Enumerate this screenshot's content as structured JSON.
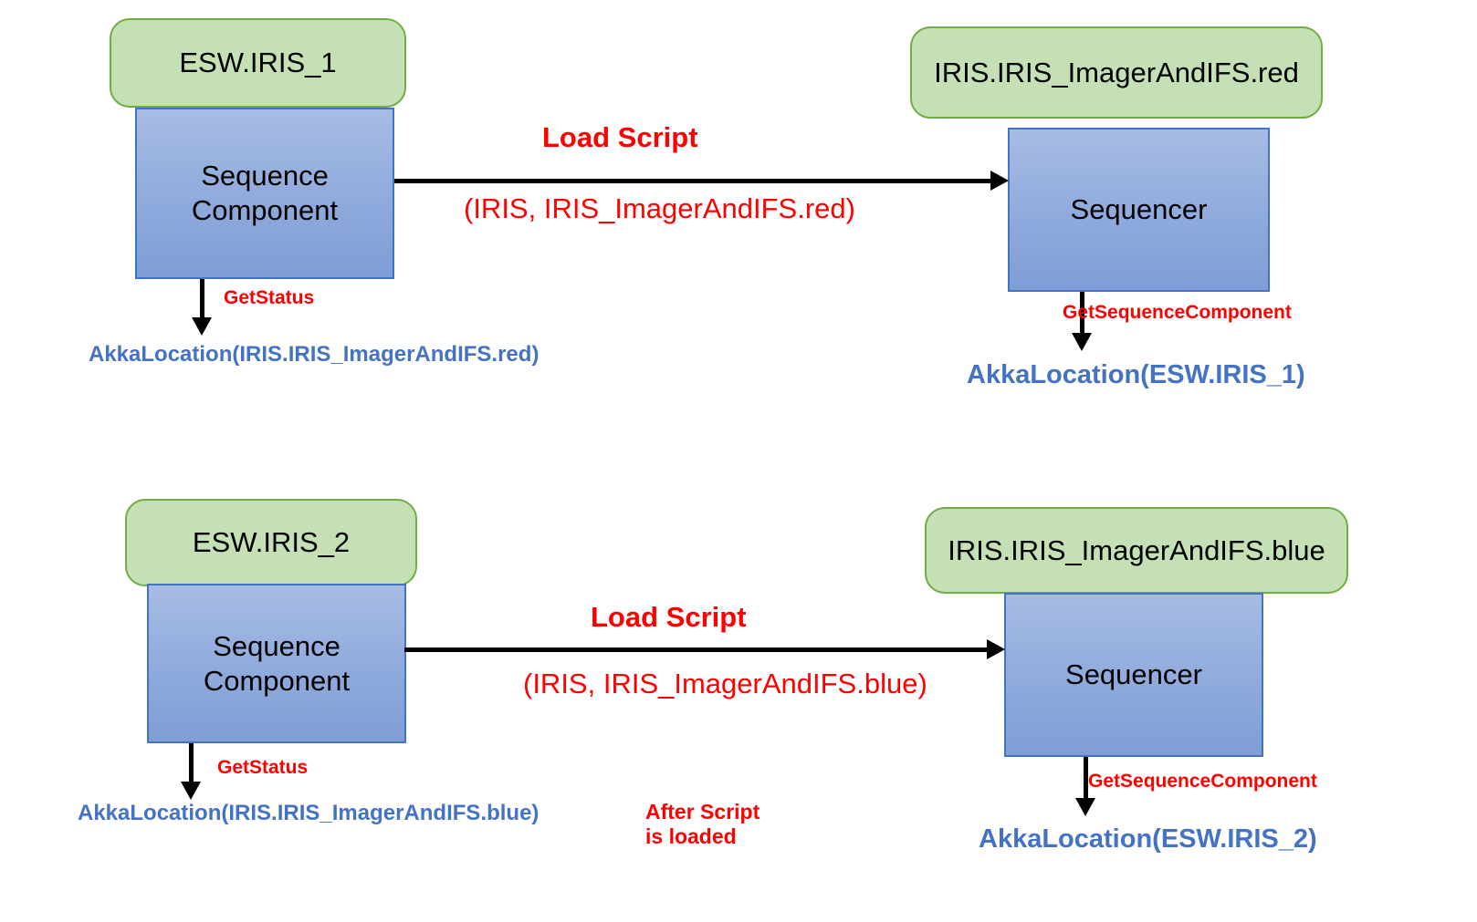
{
  "diagram": {
    "title": "ESW Sequence Component / Sequencer script loading",
    "colors": {
      "plate_fill": "#c5e0b4",
      "plate_border": "#70ad47",
      "box_fill": "#8faadc",
      "box_border": "#4472c4",
      "message_text": "#ff0000",
      "location_text": "#4472c4",
      "connector": "#000000",
      "background": "#ffffff"
    }
  },
  "section_top": {
    "left_plate": "ESW.IRIS_1",
    "left_box": "Sequence\nComponent",
    "right_plate": "IRIS.IRIS_ImagerAndIFS.red",
    "right_box": "Sequencer",
    "arrow_label_top": "Load Script",
    "arrow_label_bottom": "(IRIS, IRIS_ImagerAndIFS.red)",
    "left_down_label": "GetStatus",
    "left_result": "AkkaLocation(IRIS.IRIS_ImagerAndIFS.red)",
    "right_down_label": "GetSequenceComponent",
    "right_result": "AkkaLocation(ESW.IRIS_1)"
  },
  "section_bottom": {
    "left_plate": "ESW.IRIS_2",
    "left_box": "Sequence\nComponent",
    "right_plate": "IRIS.IRIS_ImagerAndIFS.blue",
    "right_box": "Sequencer",
    "arrow_label_top": "Load Script",
    "arrow_label_bottom": "(IRIS, IRIS_ImagerAndIFS.blue)",
    "left_down_label": "GetStatus",
    "left_result": "AkkaLocation(IRIS.IRIS_ImagerAndIFS.blue)",
    "right_down_label": "GetSequenceComponent",
    "right_result": "AkkaLocation(ESW.IRIS_2)",
    "note": "After Script\nis loaded"
  }
}
